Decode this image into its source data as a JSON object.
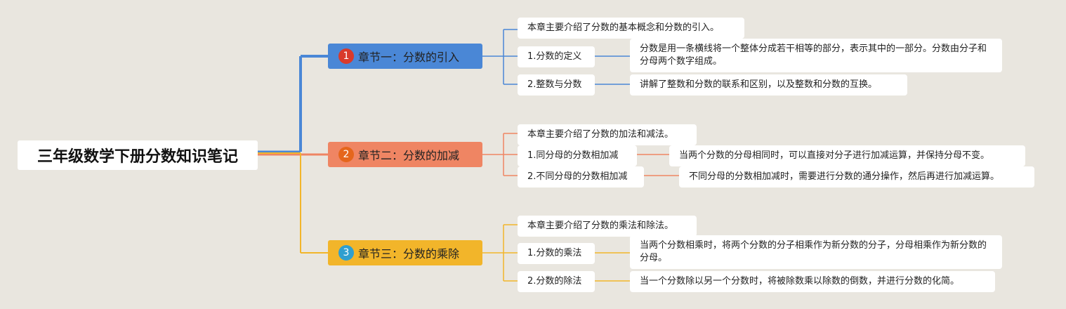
{
  "root": {
    "title": "三年级数学下册分数知识笔记"
  },
  "chapters": [
    {
      "number": "1",
      "title": "章节一：分数的引入",
      "color": "#4a87d6",
      "badge_color": "#d93a2b",
      "summary": "本章主要介绍了分数的基本概念和分数的引入。",
      "topics": [
        {
          "label": "1.分数的定义",
          "detail": "分数是用一条横线将一个整体分成若干相等的部分，表示其中的一部分。分数由分子和分母两个数字组成。"
        },
        {
          "label": "2.整数与分数",
          "detail": "讲解了整数和分数的联系和区别，以及整数和分数的互换。"
        }
      ]
    },
    {
      "number": "2",
      "title": "章节二：分数的加减",
      "color": "#ef8563",
      "badge_color": "#e5661c",
      "summary": "本章主要介绍了分数的加法和减法。",
      "topics": [
        {
          "label": "1.同分母的分数相加减",
          "detail": "当两个分数的分母相同时，可以直接对分子进行加减运算，并保持分母不变。"
        },
        {
          "label": "2.不同分母的分数相加减",
          "detail": "不同分母的分数相加减时，需要进行分数的通分操作，然后再进行加减运算。"
        }
      ]
    },
    {
      "number": "3",
      "title": "章节三：分数的乘除",
      "color": "#f2b52a",
      "badge_color": "#2f9fcf",
      "summary": "本章主要介绍了分数的乘法和除法。",
      "topics": [
        {
          "label": "1.分数的乘法",
          "detail": "当两个分数相乘时，将两个分数的分子相乘作为新分数的分子，分母相乘作为新分数的分母。"
        },
        {
          "label": "2.分数的除法",
          "detail": "当一个分数除以另一个分数时，将被除数乘以除数的倒数，并进行分数的化简。"
        }
      ]
    }
  ]
}
